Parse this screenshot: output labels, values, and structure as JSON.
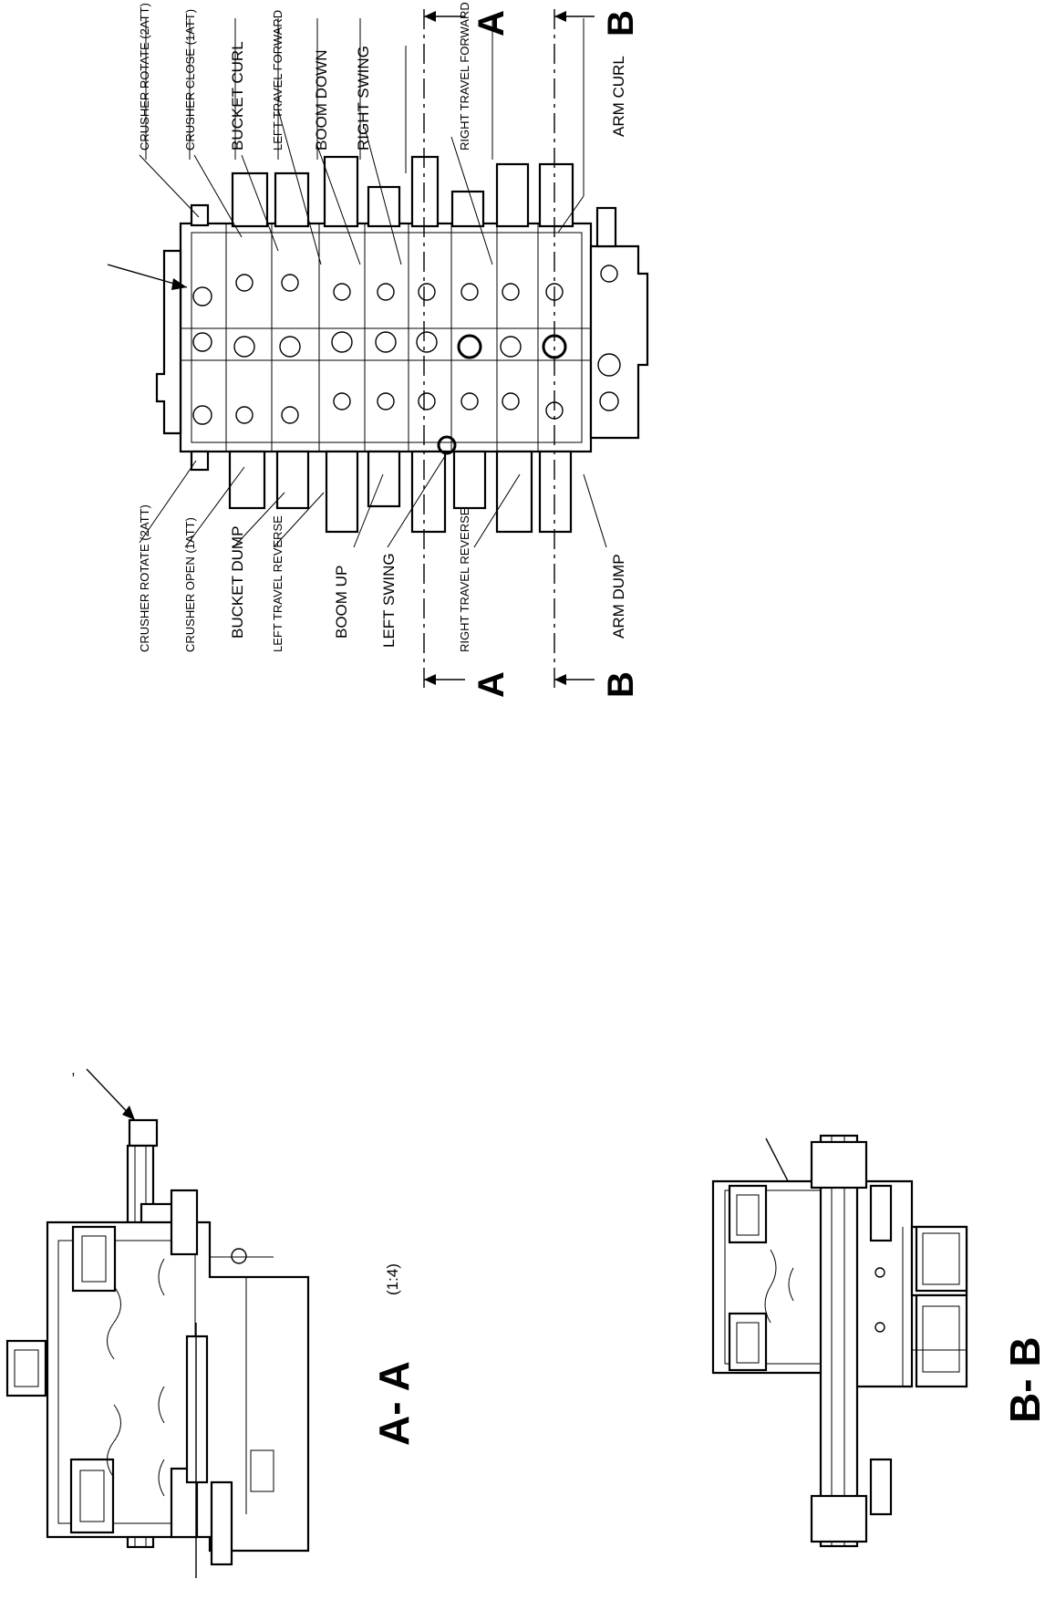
{
  "top_labels": [
    "CRUSHER ROTATE (2ATT)",
    "CRUSHER CLOSE (1ATT)",
    "BUCKET CURL",
    "LEFT TRAVEL FORWARD",
    "BOOM DOWN",
    "RIGHT SWING",
    "RIGHT TRAVEL FORWARD",
    "ARM CURL"
  ],
  "bottom_labels": [
    "CRUSHER ROTATE (2ATT)",
    "CRUSHER OPEN (1ATT)",
    "BUCKET DUMP",
    "LEFT TRAVEL REVERSE",
    "BOOM UP",
    "LEFT SWING",
    "RIGHT TRAVEL REVERSE",
    "ARM DUMP"
  ],
  "section_markers": {
    "a": "A",
    "b": "B"
  },
  "section_a_title": "A- A",
  "section_a_scale": "(1:4)",
  "section_b_title": "B- B",
  "stray_mark": ","
}
